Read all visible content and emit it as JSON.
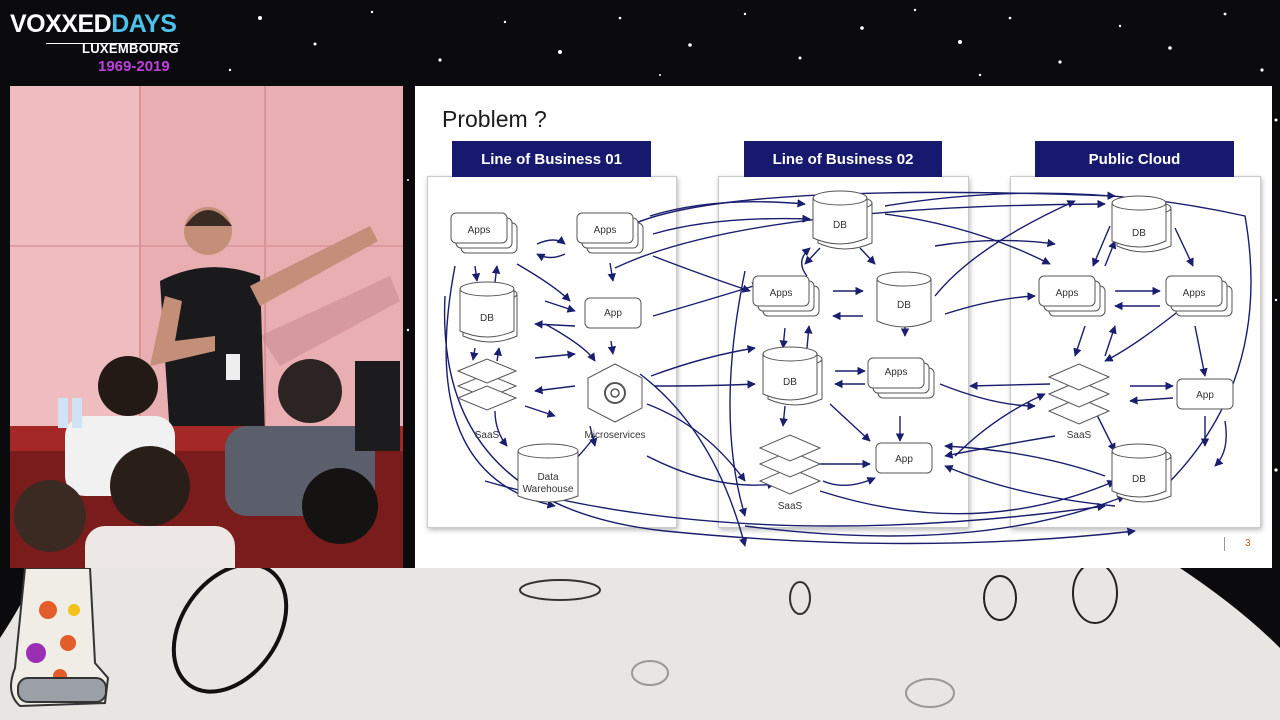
{
  "event": {
    "logo_vox": "VOX",
    "logo_xed": "XED",
    "logo_days": "DAYS",
    "city": "LUXEMBOURG",
    "years": "1969-2019"
  },
  "slide": {
    "title": "Problem ?",
    "page_number": "3",
    "columns": [
      {
        "label": "Line of Business 01"
      },
      {
        "label": "Line of Business 02"
      },
      {
        "label": "Public Cloud"
      }
    ],
    "nodes": {
      "apps": "Apps",
      "app": "App",
      "db": "DB",
      "saas": "SaaS",
      "microservices": "Microservices",
      "dw_line1": "Data",
      "dw_line2": "Warehouse"
    }
  },
  "colors": {
    "band": "#16196e",
    "arrow": "#1a1e6e",
    "accent": "#4cc1ea",
    "page_number": "#d05a1a"
  }
}
